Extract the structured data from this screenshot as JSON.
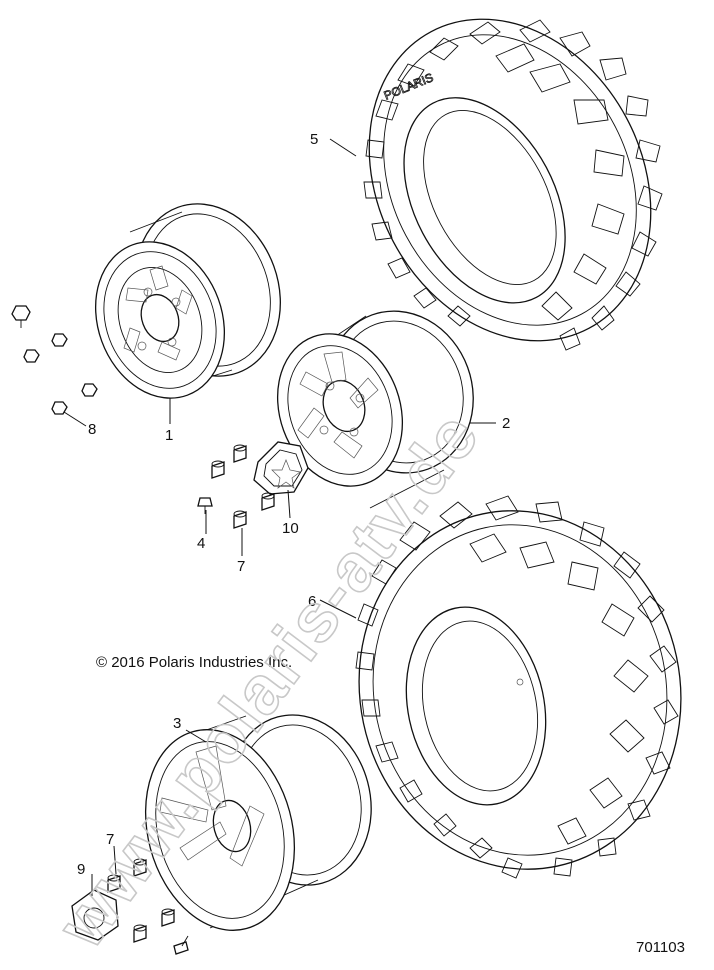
{
  "callouts": [
    {
      "id": "1",
      "text": "1"
    },
    {
      "id": "2",
      "text": "2"
    },
    {
      "id": "3",
      "text": "3"
    },
    {
      "id": "4",
      "text": "4"
    },
    {
      "id": "5",
      "text": "5"
    },
    {
      "id": "6",
      "text": "6"
    },
    {
      "id": "7a",
      "text": "7"
    },
    {
      "id": "7b",
      "text": "7"
    },
    {
      "id": "8",
      "text": "8"
    },
    {
      "id": "9",
      "text": "9"
    },
    {
      "id": "10",
      "text": "10"
    }
  ],
  "copyright": "© 2016 Polaris Industries Inc.",
  "figure_number": "701103",
  "watermark": "www.polaris-atv.de",
  "tire_marking": "POLARIS"
}
